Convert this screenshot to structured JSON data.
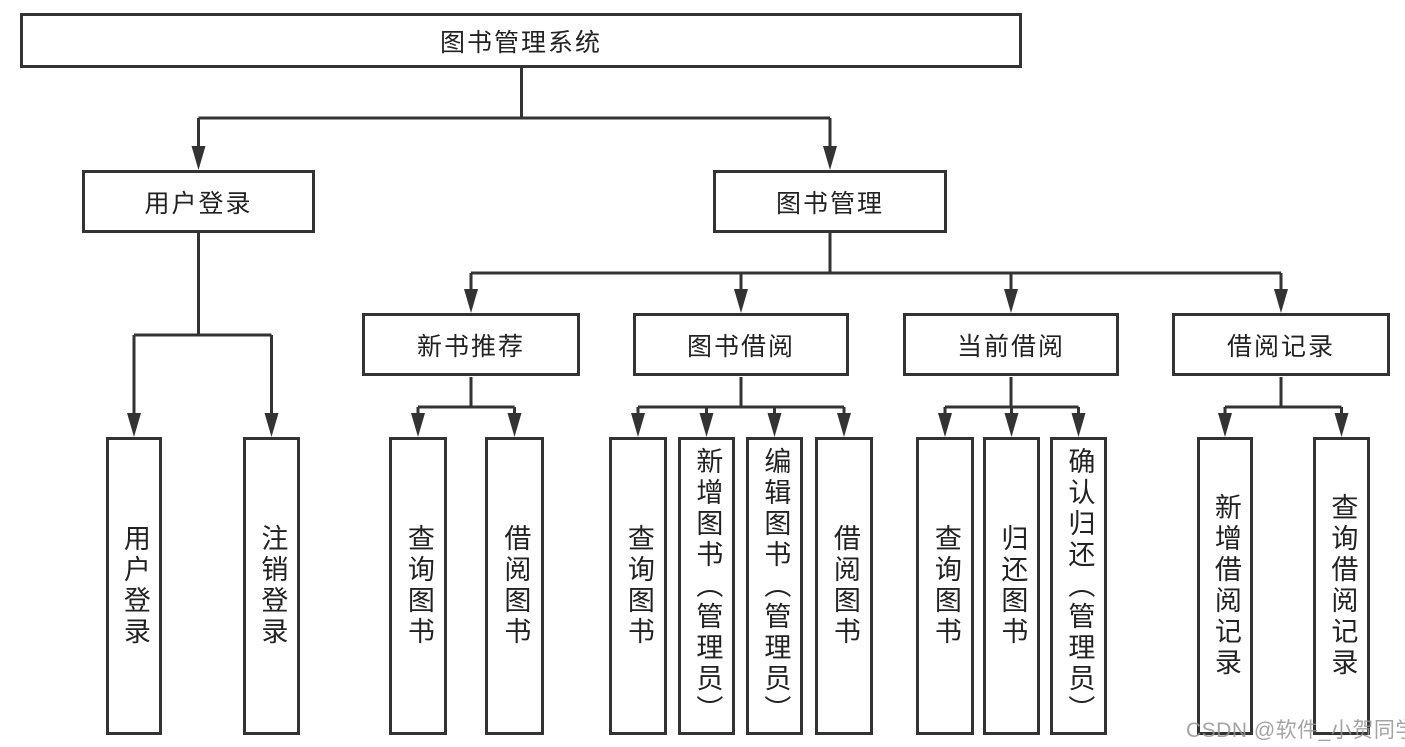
{
  "tree": {
    "label": "图书管理系统",
    "children": [
      {
        "label": "用户登录",
        "children": [
          {
            "label": "用户登录"
          },
          {
            "label": "注销登录"
          }
        ]
      },
      {
        "label": "图书管理",
        "children": [
          {
            "label": "新书推荐",
            "children": [
              {
                "label": "查询图书"
              },
              {
                "label": "借阅图书"
              }
            ]
          },
          {
            "label": "图书借阅",
            "children": [
              {
                "label": "查询图书"
              },
              {
                "label": "新增图书（管理员）"
              },
              {
                "label": "编辑图书（管理员）"
              },
              {
                "label": "借阅图书"
              }
            ]
          },
          {
            "label": "当前借阅",
            "children": [
              {
                "label": "查询图书"
              },
              {
                "label": "归还图书"
              },
              {
                "label": "确认归还（管理员）"
              }
            ]
          },
          {
            "label": "借阅记录",
            "children": [
              {
                "label": "新增借阅记录"
              },
              {
                "label": "查询借阅记录"
              }
            ]
          }
        ]
      }
    ]
  },
  "watermark": "CSDN @软件_小贺同学",
  "colors": {
    "line": "#333333",
    "text": "#222222",
    "background": "#ffffff",
    "watermark": "#949494"
  }
}
